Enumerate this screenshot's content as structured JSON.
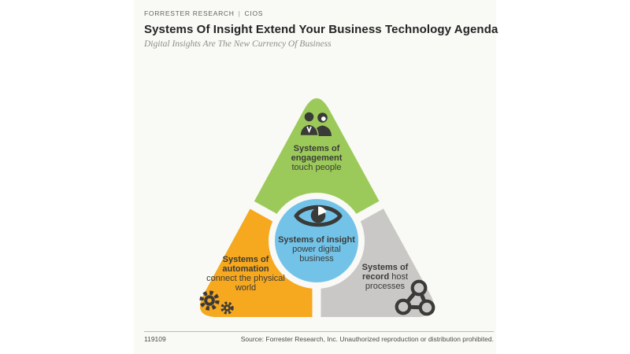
{
  "header": {
    "brand": "FORRESTER RESEARCH",
    "separator": "|",
    "section": "CIOS",
    "title": "Systems Of Insight Extend Your Business Technology Agenda",
    "subtitle": "Digital Insights Are The New Currency Of Business"
  },
  "diagram": {
    "engagement": {
      "title": "Systems of engagement",
      "subtitle": "touch people",
      "color": "#9cca5a",
      "icon": "people-icon"
    },
    "automation": {
      "title": "Systems of automation",
      "subtitle": "connect the physical world",
      "color": "#f6a81f",
      "icon": "gears-icon"
    },
    "record": {
      "title": "Systems of record",
      "subtitle": "host processes",
      "color": "#c9c8c6",
      "icon": "network-icon"
    },
    "insight": {
      "title": "Systems of insight",
      "subtitle": "power digital business",
      "color": "#73c3e8",
      "icon": "eye-icon"
    },
    "icon_color": "#3a3a38"
  },
  "footer": {
    "doc_number": "119109",
    "source": "Source: Forrester Research, Inc. Unauthorized reproduction or distribution prohibited."
  }
}
